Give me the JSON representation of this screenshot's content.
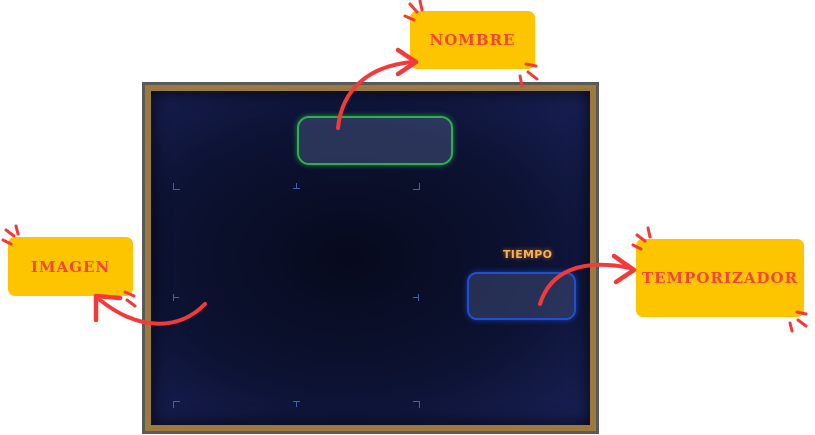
{
  "game": {
    "timer_label": "TIEMPO"
  },
  "callouts": {
    "nombre": "NOMBRE",
    "imagen": "IMAGEN",
    "temporizador": "TEMPORIZADOR"
  },
  "colors": {
    "callout_bg": "#fcc500",
    "callout_text": "#f2463a",
    "arrow": "#f23a3a",
    "name_box_border": "#2bb34a",
    "timer_box_border": "#1f4fd6",
    "frame": "#9c7a3e"
  }
}
